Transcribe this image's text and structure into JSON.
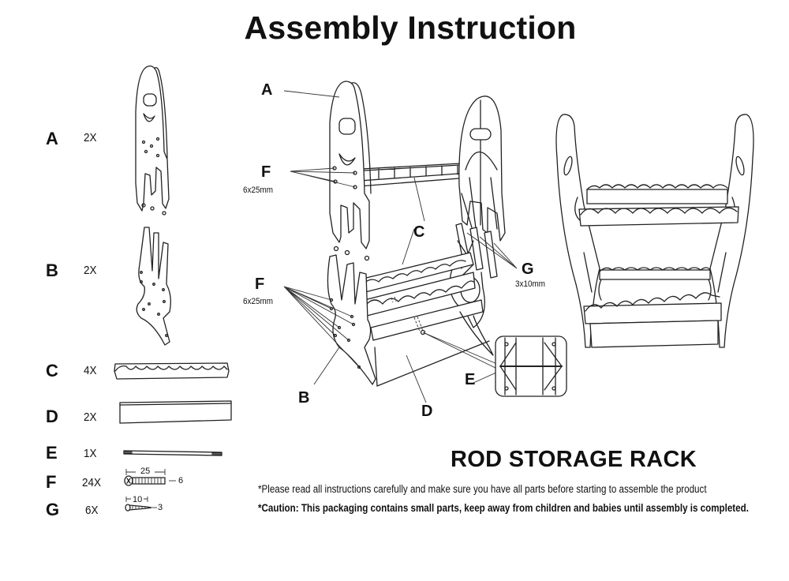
{
  "title": "Assembly Instruction",
  "parts": [
    {
      "letter": "A",
      "qty": "2X",
      "icon": "side-panel-a-icon"
    },
    {
      "letter": "B",
      "qty": "2X",
      "icon": "leg-panel-b-icon"
    },
    {
      "letter": "C",
      "qty": "4X",
      "icon": "rod-holder-bar-c-icon"
    },
    {
      "letter": "D",
      "qty": "2X",
      "icon": "base-plank-d-icon"
    },
    {
      "letter": "E",
      "qty": "1X",
      "icon": "connecting-rod-e-icon"
    },
    {
      "letter": "F",
      "qty": "24X",
      "icon": "bolt-f-icon",
      "dim_length": "25",
      "dim_diameter": "6"
    },
    {
      "letter": "G",
      "qty": "6X",
      "icon": "screw-g-icon",
      "dim_length": "10",
      "dim_diameter": "3"
    }
  ],
  "exploded_view": {
    "callouts": {
      "a": "A",
      "f_top": "F",
      "f_top_spec": "6x25mm",
      "c_top": "C",
      "f_bottom": "F",
      "f_bottom_spec": "6x25mm",
      "g": "G",
      "g_spec": "3x10mm",
      "b": "B",
      "d": "D",
      "e": "E"
    }
  },
  "product_name": "ROD STORAGE RACK",
  "notes": [
    "*Please read all instructions carefully and make sure you have all parts before starting to assemble the product",
    "*Caution: This packaging contains small parts, keep away from children and babies until assembly is completed."
  ]
}
